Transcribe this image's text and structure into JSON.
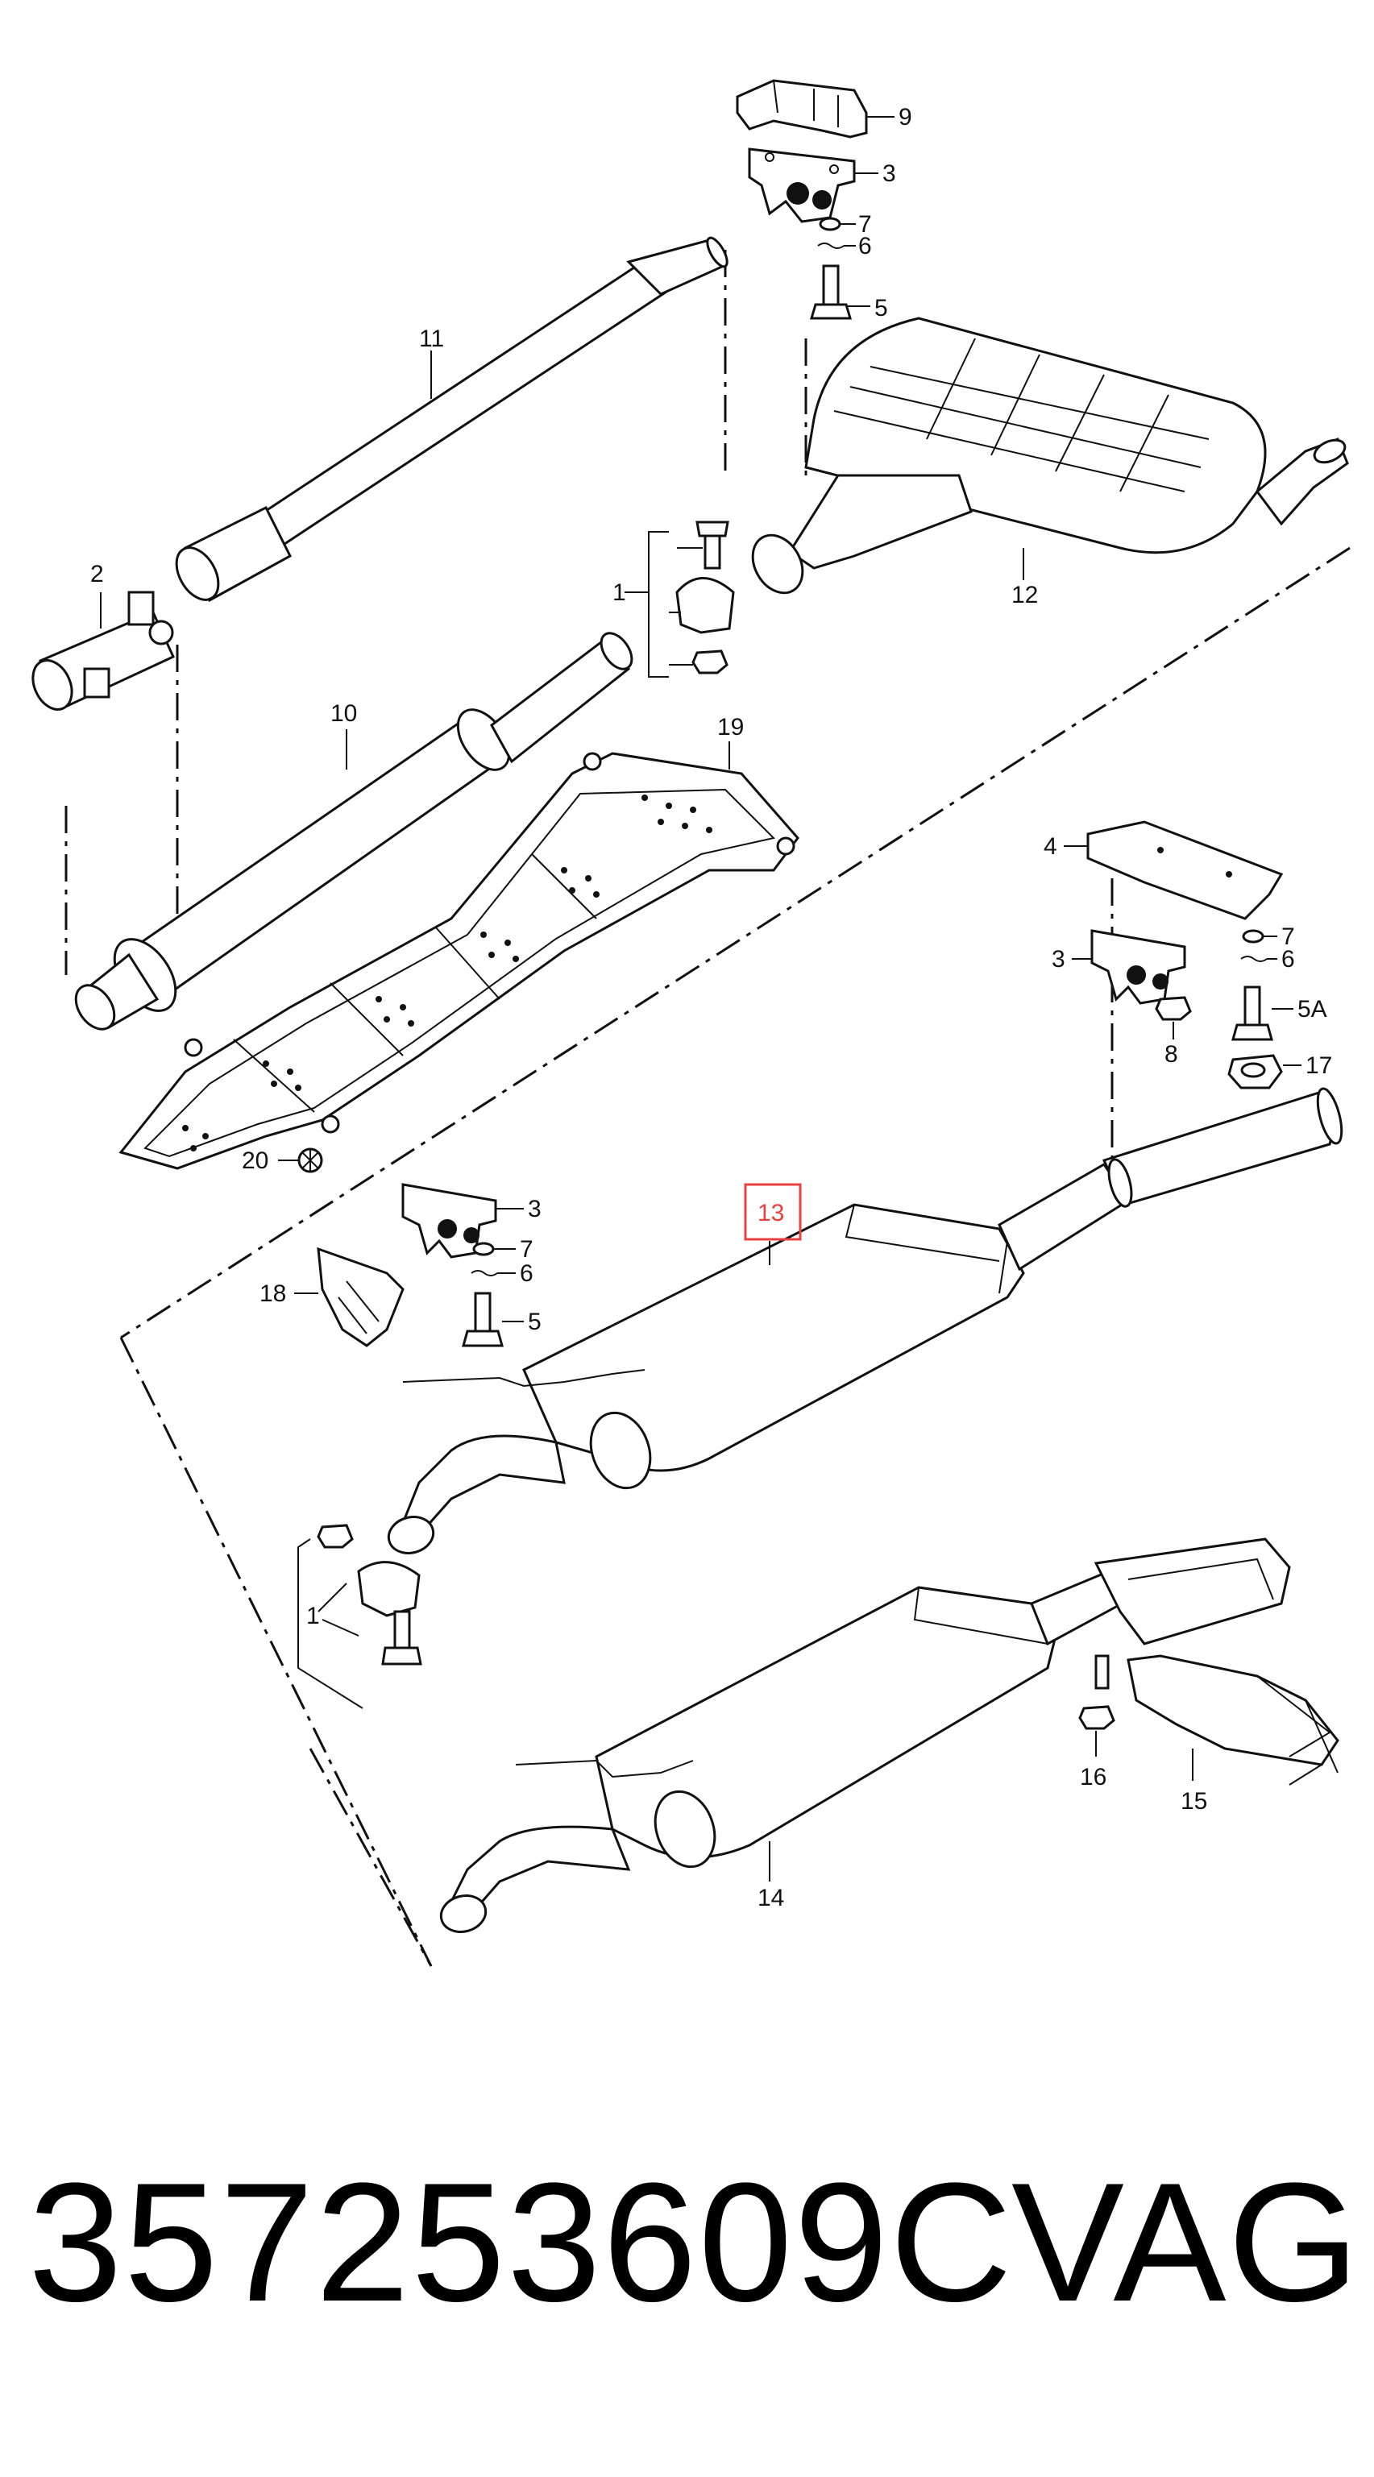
{
  "callouts": [
    {
      "id": "9",
      "text": "9"
    },
    {
      "id": "3a",
      "text": "3"
    },
    {
      "id": "7a",
      "text": "7"
    },
    {
      "id": "6a",
      "text": "6"
    },
    {
      "id": "5a",
      "text": "5"
    },
    {
      "id": "11",
      "text": "11"
    },
    {
      "id": "2",
      "text": "2"
    },
    {
      "id": "1a",
      "text": "1"
    },
    {
      "id": "12",
      "text": "12"
    },
    {
      "id": "10",
      "text": "10"
    },
    {
      "id": "19",
      "text": "19"
    },
    {
      "id": "4",
      "text": "4"
    },
    {
      "id": "7b",
      "text": "7"
    },
    {
      "id": "6b",
      "text": "6"
    },
    {
      "id": "3b",
      "text": "3"
    },
    {
      "id": "5A",
      "text": "5A"
    },
    {
      "id": "8",
      "text": "8"
    },
    {
      "id": "17",
      "text": "17"
    },
    {
      "id": "20",
      "text": "20"
    },
    {
      "id": "13",
      "text": "13"
    },
    {
      "id": "3c",
      "text": "3"
    },
    {
      "id": "7c",
      "text": "7"
    },
    {
      "id": "6c",
      "text": "6"
    },
    {
      "id": "5c",
      "text": "5"
    },
    {
      "id": "18",
      "text": "18"
    },
    {
      "id": "1b",
      "text": "1"
    },
    {
      "id": "16",
      "text": "16"
    },
    {
      "id": "15",
      "text": "15"
    },
    {
      "id": "14",
      "text": "14"
    }
  ],
  "highlight": {
    "label": "13",
    "color": "#e8403c"
  },
  "footer": {
    "part_number": "357253609C",
    "brand": "VAG"
  }
}
